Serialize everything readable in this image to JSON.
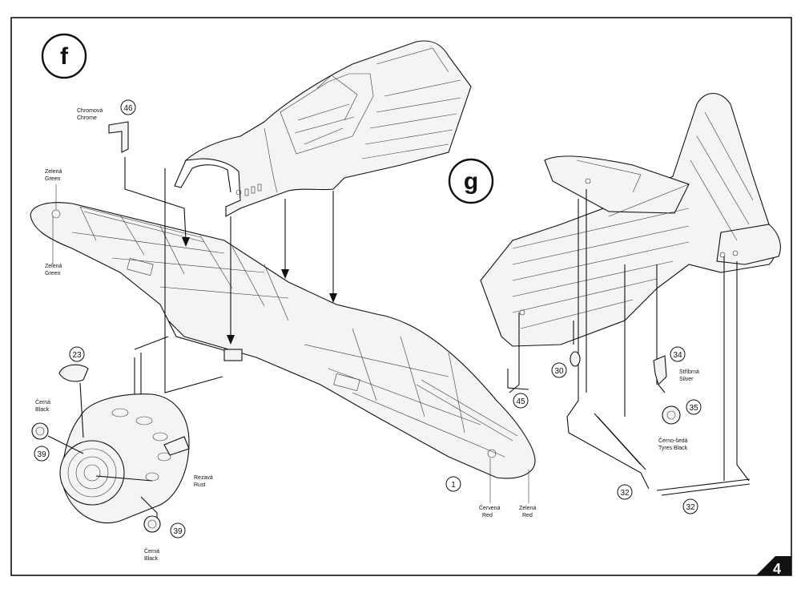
{
  "step_f": {
    "label": "f"
  },
  "step_g": {
    "label": "g"
  },
  "page_number": "4",
  "callouts": {
    "c46": "46",
    "c23": "23",
    "c39a": "39",
    "c39b": "39",
    "c1": "1",
    "c45": "45",
    "c30": "30",
    "c34": "34",
    "c35": "35",
    "c32a": "32",
    "c32b": "32"
  },
  "paint_labels": {
    "chrome": [
      "Chromová",
      "Chrome"
    ],
    "green_top": [
      "Zelená",
      "Green"
    ],
    "green_bottom": [
      "Zelená",
      "Green"
    ],
    "black_left": [
      "Černá",
      "Black"
    ],
    "black_bottom": [
      "Černá",
      "Black"
    ],
    "rust": [
      "Rezavá",
      "Rust"
    ],
    "red_left": [
      "Červená",
      "Red"
    ],
    "red_right": [
      "Zelená",
      "Red"
    ],
    "silver": [
      "Stříbrná",
      "Silver"
    ],
    "tyres": [
      "Černo-šedá",
      "Tyres Black"
    ]
  }
}
